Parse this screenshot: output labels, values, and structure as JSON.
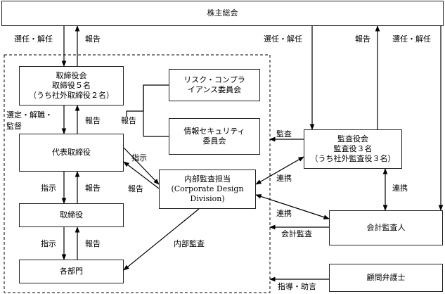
{
  "nodes": {
    "shareholders": "株主総会",
    "board": [
      "取締役会",
      "取締役５名",
      "（うち社外取締役２名）"
    ],
    "risk_committee": [
      "リスク・コンプラ",
      "イアンス委員会"
    ],
    "info_security_committee": [
      "情報セキュリティ",
      "委員会"
    ],
    "ceo": "代表取締役",
    "internal_audit": [
      "内部監査担当",
      "(Corporate Design",
      "Division)"
    ],
    "directors": "取締役",
    "departments": "各部門",
    "audit_board": [
      "監査役会",
      "監査役３名",
      "（うち社外監査役３名）"
    ],
    "accounting_auditor": "会計監査人",
    "legal_advisor": "顧問弁護士"
  },
  "edges": {
    "appoint_dismiss_left": "選任・解任",
    "report_left": "報告",
    "appoint_dismiss_audit": "選任・解任",
    "report_audit": "報告",
    "appoint_dismiss_accounting": "選任・解任",
    "select_dismiss_supervise": [
      "選定・解職・",
      "監督"
    ],
    "report_board": "報告",
    "report_committees": "報告",
    "audit": "監査",
    "instruct_internal": "指示",
    "report_internal": "報告",
    "cooperate_audit_internal": "連携",
    "cooperate_audit_accounting": "連携",
    "cooperate_internal_accounting": "連携",
    "instruct_directors": "指示",
    "report_directors": "報告",
    "instruct_departments": "指示",
    "report_departments": "報告",
    "internal_audit_label": "内部監査",
    "accounting_audit": "会計監査",
    "guidance_advice": "指導・助言"
  }
}
